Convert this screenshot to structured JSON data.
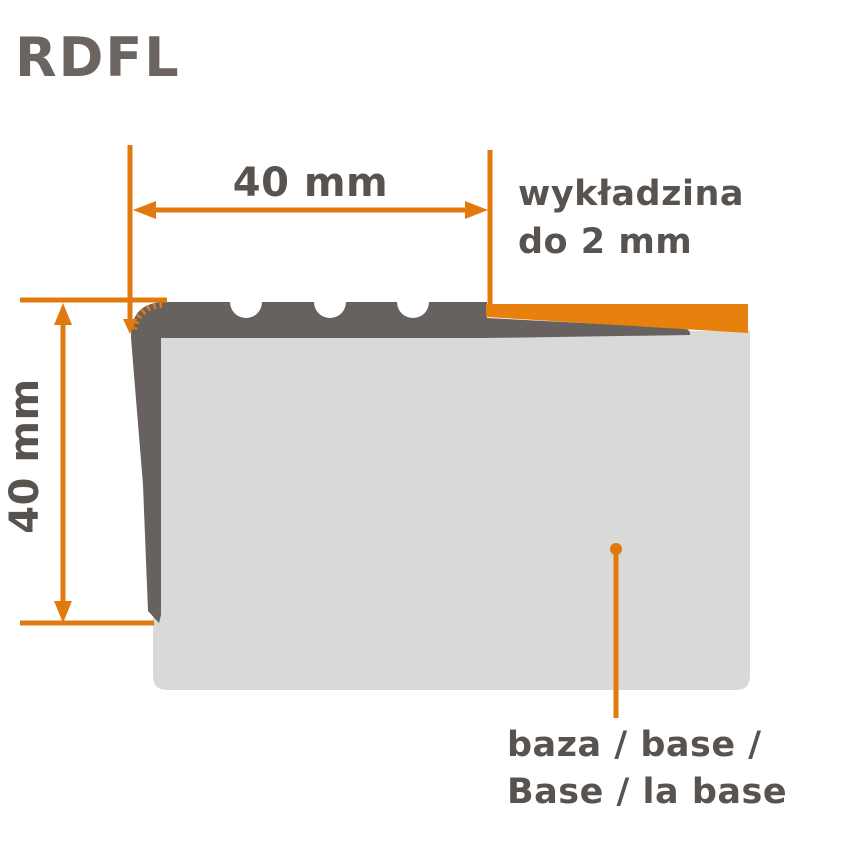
{
  "title": "RDFL",
  "labels": {
    "width": "40 mm",
    "height": "40 mm",
    "covering_line1": "wykładzina",
    "covering_line2": "do 2 mm",
    "base_line1": "baza / base /",
    "base_line2": "Base / la base"
  },
  "colors": {
    "accent_orange": "#E2790F",
    "carpet_orange": "#E8800E",
    "profile_dark_gray": "#67625F",
    "base_light_gray": "#D9D9D9",
    "label_gray": "#58534F",
    "title_gray": "#6B6460"
  }
}
